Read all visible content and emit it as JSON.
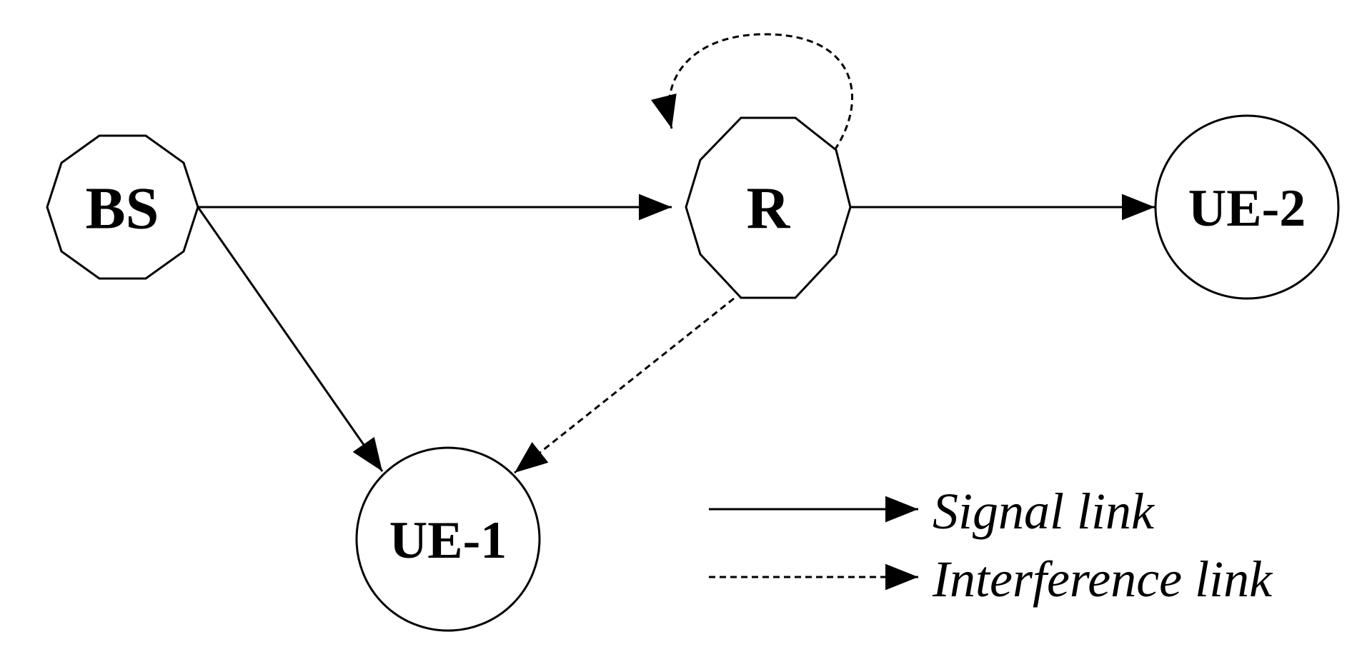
{
  "nodes": {
    "bs": {
      "label": "BS",
      "shape": "decagon"
    },
    "r": {
      "label": "R",
      "shape": "decagon"
    },
    "ue1": {
      "label": "UE-1",
      "shape": "circle"
    },
    "ue2": {
      "label": "UE-2",
      "shape": "circle"
    }
  },
  "links": [
    {
      "from": "BS",
      "to": "R",
      "type": "signal"
    },
    {
      "from": "R",
      "to": "UE-2",
      "type": "signal"
    },
    {
      "from": "BS",
      "to": "UE-1",
      "type": "signal"
    },
    {
      "from": "R",
      "to": "UE-1",
      "type": "interference"
    },
    {
      "from": "R",
      "to": "R",
      "type": "interference"
    }
  ],
  "legend": {
    "signal_label": "Signal link",
    "interference_label": "Interference link"
  },
  "colors": {
    "stroke": "#000000",
    "background": "#ffffff"
  }
}
